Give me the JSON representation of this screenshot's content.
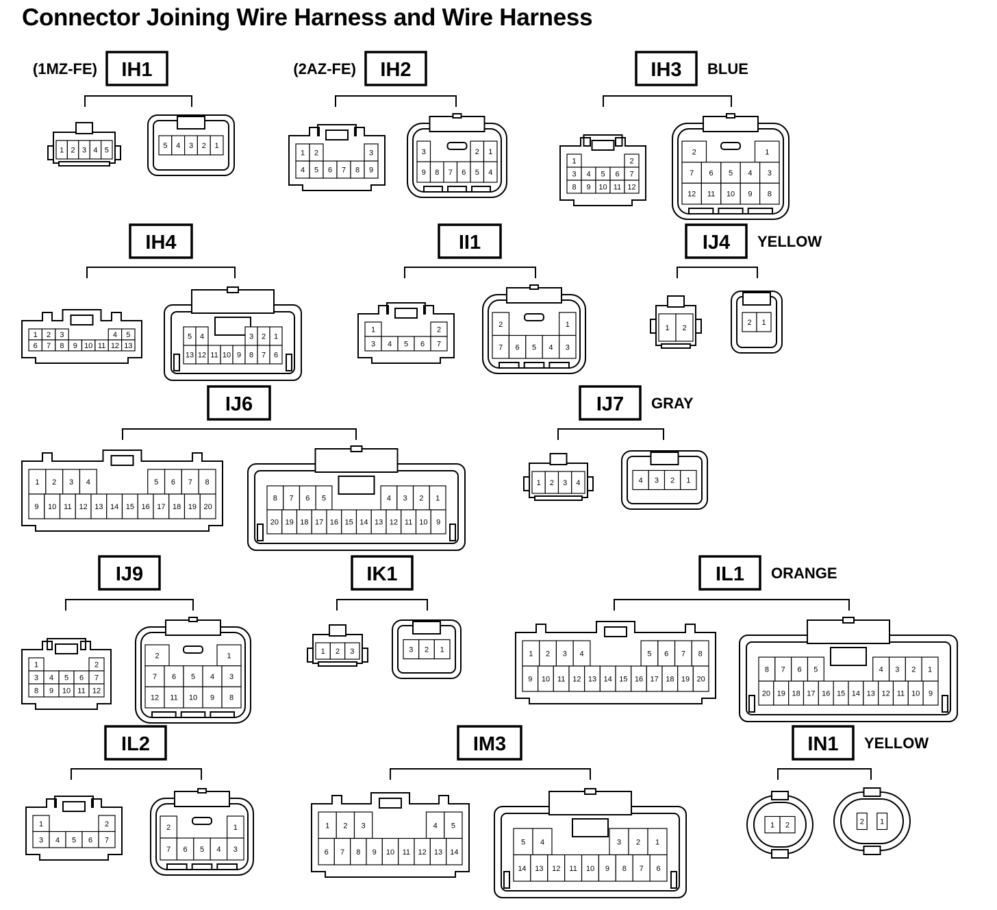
{
  "title": "Connector Joining Wire Harness and Wire Harness",
  "connectors": [
    {
      "code": "IH1",
      "prefix": "(1MZ-FE)",
      "color_label": "",
      "parts": [
        {
          "shape": "small",
          "rows": [
            [
              "1",
              "2",
              "3",
              "4",
              "5"
            ]
          ]
        },
        {
          "shape": "smallbox",
          "rows": [
            [
              "5",
              "4",
              "3",
              "2",
              "1"
            ]
          ]
        }
      ]
    },
    {
      "code": "IH2",
      "prefix": "(2AZ-FE)",
      "color_label": "",
      "parts": [
        {
          "shape": "latch",
          "rows": [
            [
              "1",
              "2",
              "",
              "",
              "",
              "3"
            ],
            [
              "4",
              "5",
              "6",
              "7",
              "8",
              "9"
            ]
          ]
        },
        {
          "shape": "rounded",
          "rows": [
            [
              "3",
              "",
              "",
              "",
              "2",
              "1"
            ],
            [
              "9",
              "8",
              "7",
              "6",
              "5",
              "4"
            ]
          ]
        }
      ]
    },
    {
      "code": "IH3",
      "prefix": "",
      "color_label": "BLUE",
      "parts": [
        {
          "shape": "latch",
          "rows": [
            [
              "1",
              "",
              "",
              "",
              "2"
            ],
            [
              "3",
              "4",
              "5",
              "6",
              "7"
            ],
            [
              "8",
              "9",
              "10",
              "11",
              "12"
            ]
          ]
        },
        {
          "shape": "rounded",
          "rows": [
            [
              "2",
              "",
              "",
              "1"
            ],
            [
              "7",
              "6",
              "5",
              "4",
              "3"
            ],
            [
              "12",
              "11",
              "10",
              "9",
              "8"
            ]
          ]
        }
      ]
    },
    {
      "code": "IH4",
      "prefix": "",
      "color_label": "",
      "parts": [
        {
          "shape": "latch",
          "rows": [
            [
              "1",
              "2",
              "3",
              "",
              "",
              "",
              "4",
              "5"
            ],
            [
              "6",
              "7",
              "8",
              "9",
              "10",
              "11",
              "12",
              "13"
            ]
          ]
        },
        {
          "shape": "box",
          "rows": [
            [
              "5",
              "4",
              "",
              "",
              "",
              "3",
              "2",
              "1"
            ],
            [
              "13",
              "12",
              "11",
              "10",
              "9",
              "8",
              "7",
              "6"
            ]
          ]
        }
      ]
    },
    {
      "code": "II1",
      "prefix": "",
      "color_label": "",
      "parts": [
        {
          "shape": "latch",
          "rows": [
            [
              "1",
              "",
              "",
              "",
              "2"
            ],
            [
              "3",
              "4",
              "5",
              "6",
              "7"
            ]
          ]
        },
        {
          "shape": "rounded",
          "rows": [
            [
              "2",
              "",
              "",
              "",
              "1"
            ],
            [
              "7",
              "6",
              "5",
              "4",
              "3"
            ]
          ]
        }
      ]
    },
    {
      "code": "IJ4",
      "prefix": "",
      "color_label": "YELLOW",
      "parts": [
        {
          "shape": "small",
          "rows": [
            [
              "1",
              "2"
            ]
          ]
        },
        {
          "shape": "smallbox",
          "rows": [
            [
              "2",
              "1"
            ]
          ]
        }
      ]
    },
    {
      "code": "IJ6",
      "prefix": "",
      "color_label": "",
      "parts": [
        {
          "shape": "latch",
          "rows": [
            [
              "1",
              "2",
              "3",
              "4",
              "",
              "",
              "",
              "5",
              "6",
              "7",
              "8"
            ],
            [
              "9",
              "10",
              "11",
              "12",
              "13",
              "14",
              "15",
              "16",
              "17",
              "18",
              "19",
              "20"
            ]
          ]
        },
        {
          "shape": "box",
          "rows": [
            [
              "8",
              "7",
              "6",
              "5",
              "",
              "",
              "",
              "4",
              "3",
              "2",
              "1"
            ],
            [
              "20",
              "19",
              "18",
              "17",
              "16",
              "15",
              "14",
              "13",
              "12",
              "11",
              "10",
              "9"
            ]
          ]
        }
      ]
    },
    {
      "code": "IJ7",
      "prefix": "",
      "color_label": "GRAY",
      "parts": [
        {
          "shape": "small",
          "rows": [
            [
              "1",
              "2",
              "3",
              "4"
            ]
          ]
        },
        {
          "shape": "smallbox",
          "rows": [
            [
              "4",
              "3",
              "2",
              "1"
            ]
          ]
        }
      ]
    },
    {
      "code": "IJ9",
      "prefix": "",
      "color_label": "",
      "parts": [
        {
          "shape": "latch",
          "rows": [
            [
              "1",
              "",
              "",
              "",
              "2"
            ],
            [
              "3",
              "4",
              "5",
              "6",
              "7"
            ],
            [
              "8",
              "9",
              "10",
              "11",
              "12"
            ]
          ]
        },
        {
          "shape": "rounded",
          "rows": [
            [
              "2",
              "",
              "",
              "1"
            ],
            [
              "7",
              "6",
              "5",
              "4",
              "3"
            ],
            [
              "12",
              "11",
              "10",
              "9",
              "8"
            ]
          ]
        }
      ]
    },
    {
      "code": "IK1",
      "prefix": "",
      "color_label": "",
      "parts": [
        {
          "shape": "small",
          "rows": [
            [
              "1",
              "2",
              "3"
            ]
          ]
        },
        {
          "shape": "smallbox",
          "rows": [
            [
              "3",
              "2",
              "1"
            ]
          ]
        }
      ]
    },
    {
      "code": "IL1",
      "prefix": "",
      "color_label": "ORANGE",
      "parts": [
        {
          "shape": "latch",
          "rows": [
            [
              "1",
              "2",
              "3",
              "4",
              "",
              "",
              "",
              "5",
              "6",
              "7",
              "8"
            ],
            [
              "9",
              "10",
              "11",
              "12",
              "13",
              "14",
              "15",
              "16",
              "17",
              "18",
              "19",
              "20"
            ]
          ]
        },
        {
          "shape": "box",
          "rows": [
            [
              "8",
              "7",
              "6",
              "5",
              "",
              "",
              "",
              "4",
              "3",
              "2",
              "1"
            ],
            [
              "20",
              "19",
              "18",
              "17",
              "16",
              "15",
              "14",
              "13",
              "12",
              "11",
              "10",
              "9"
            ]
          ]
        }
      ]
    },
    {
      "code": "IL2",
      "prefix": "",
      "color_label": "",
      "parts": [
        {
          "shape": "latch",
          "rows": [
            [
              "1",
              "",
              "",
              "",
              "2"
            ],
            [
              "3",
              "4",
              "5",
              "6",
              "7"
            ]
          ]
        },
        {
          "shape": "rounded",
          "rows": [
            [
              "2",
              "",
              "",
              "",
              "1"
            ],
            [
              "7",
              "6",
              "5",
              "4",
              "3"
            ]
          ]
        }
      ]
    },
    {
      "code": "IM3",
      "prefix": "",
      "color_label": "",
      "parts": [
        {
          "shape": "latch",
          "rows": [
            [
              "1",
              "2",
              "3",
              "",
              "",
              "",
              "4",
              "5"
            ],
            [
              "6",
              "7",
              "8",
              "9",
              "10",
              "11",
              "12",
              "13",
              "14"
            ]
          ]
        },
        {
          "shape": "box",
          "rows": [
            [
              "5",
              "4",
              "",
              "",
              "",
              "3",
              "2",
              "1"
            ],
            [
              "14",
              "13",
              "12",
              "11",
              "10",
              "9",
              "8",
              "7",
              "6"
            ]
          ]
        }
      ]
    },
    {
      "code": "IN1",
      "prefix": "",
      "color_label": "YELLOW",
      "parts": [
        {
          "shape": "round",
          "rows": [
            [
              "1",
              "2"
            ]
          ]
        },
        {
          "shape": "round",
          "rows": [
            [
              "2",
              "",
              "1"
            ]
          ]
        }
      ]
    }
  ]
}
